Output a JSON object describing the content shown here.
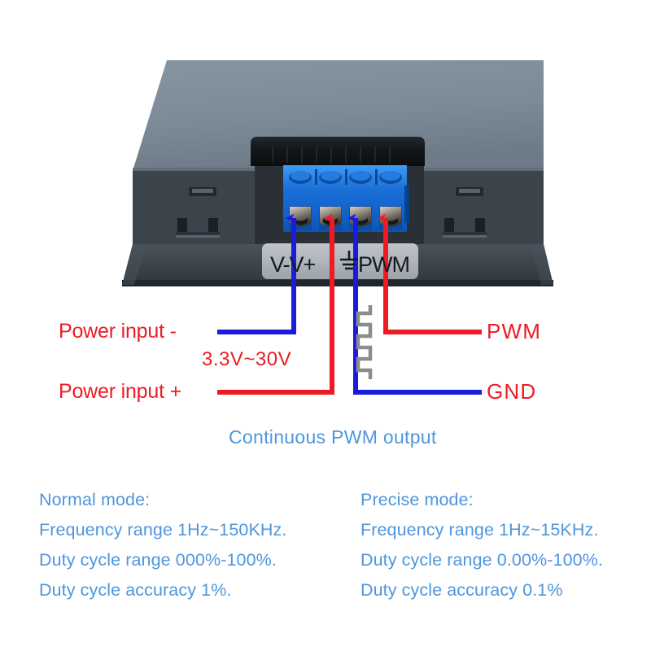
{
  "device": {
    "name": "PWM signal generator module (rear/top view)",
    "terminal_block": {
      "label_text": "V-V+",
      "label_text_tail": "PWM",
      "ground_symbol": "earth-ground",
      "positions": 4,
      "color": "#1669d6"
    },
    "body_color": "#7e8c99",
    "front_bezel_color": "#3a4249"
  },
  "callouts": {
    "power_input_negative": "Power input -",
    "power_input_positive": "Power input +",
    "voltage_range": "3.3V~30V",
    "pwm": "PWM",
    "gnd": "GND"
  },
  "caption": {
    "continuous_output": "Continuous PWM output"
  },
  "specs": {
    "normal": {
      "title": "Normal mode:",
      "frequency": "Frequency range 1Hz~150KHz.",
      "duty_range": "Duty cycle range 000%-100%.",
      "duty_accuracy": "Duty cycle accuracy 1%."
    },
    "precise": {
      "title": "Precise mode:",
      "frequency": "Frequency range 1Hz~15KHz.",
      "duty_range": "Duty cycle range 0.00%-100%.",
      "duty_accuracy": "Duty cycle accuracy 0.1%"
    }
  },
  "colors": {
    "red": "#ee1b24",
    "blue_wire": "#1b1bdd",
    "blue_text": "#4f96dd",
    "pwm_wave": "#8c8c8c",
    "terminal_blue": "#1669d6"
  }
}
